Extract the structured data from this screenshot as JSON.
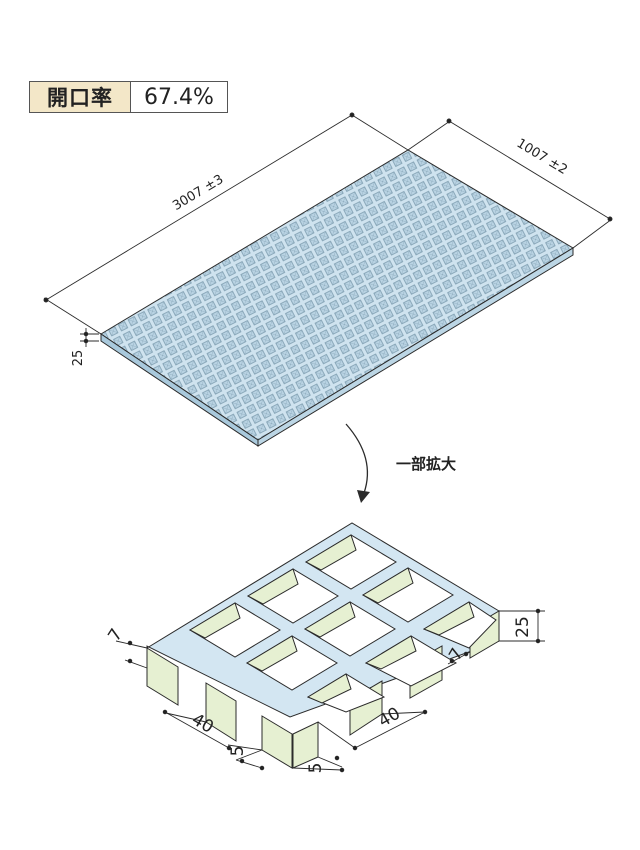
{
  "spec": {
    "open_area_label": "開口率",
    "open_area_value": "67.4%"
  },
  "overall": {
    "length_label": "3007 ±3",
    "width_label": "1007 ±2",
    "height_label": "25"
  },
  "zoom_caption": "一部拡大",
  "detail": {
    "bar_top_label": "7",
    "bar_side_label": "7",
    "height_label": "25",
    "pitch_left_label": "40",
    "pitch_right_label": "40",
    "bottom_left_label": "5",
    "bottom_right_label": "5"
  },
  "colors": {
    "grating_face": "#cfe3ef",
    "grating_side": "#a9c9dc",
    "detail_top": "#d3e6f2",
    "detail_wall": "#e6f0d2",
    "line": "#2b2b2b"
  }
}
